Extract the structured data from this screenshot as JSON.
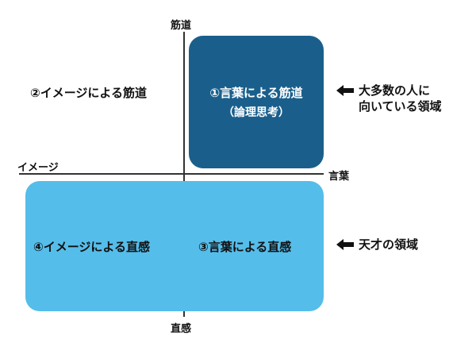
{
  "axes": {
    "top": "筋道",
    "bottom": "直感",
    "left": "イメージ",
    "right": "言葉"
  },
  "quadrants": {
    "q1": {
      "title": "①言葉による筋道",
      "subtitle": "（論理思考）",
      "color": "#1a5f8c"
    },
    "q2": {
      "title": "②イメージによる筋道"
    },
    "q3": {
      "title": "③言葉による直感",
      "color": "#55bdea"
    },
    "q4": {
      "title": "④イメージによる直感"
    }
  },
  "notes": {
    "upper": {
      "line1": "大多数の人に",
      "line2": "向いている領域",
      "icon": "left-arrow-icon"
    },
    "lower": {
      "line1": "天才の領域",
      "icon": "left-arrow-icon"
    }
  }
}
